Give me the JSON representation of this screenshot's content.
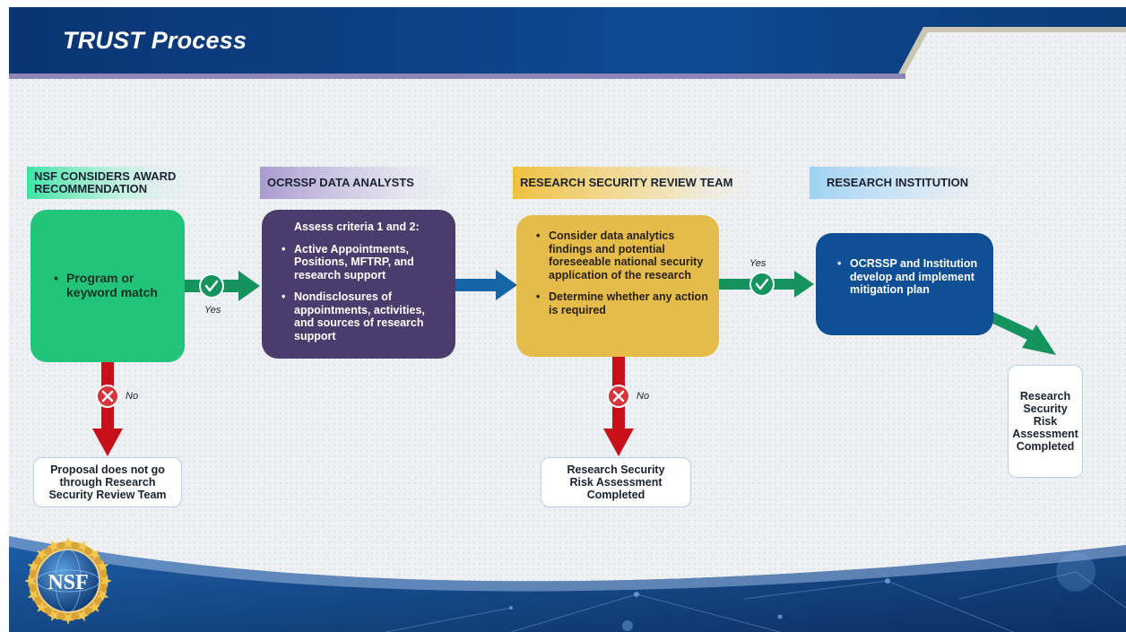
{
  "title": "TRUST Process",
  "headers": {
    "nsf": "NSF CONSIDERS AWARD RECOMMENDATION",
    "ocrssp": "OCRSSP DATA ANALYSTS",
    "review": "RESEARCH SECURITY REVIEW TEAM",
    "institution": "RESEARCH INSTITUTION"
  },
  "nodes": {
    "program": {
      "items": [
        "Program or keyword match"
      ]
    },
    "assess": {
      "heading": "Assess criteria 1 and 2:",
      "items": [
        "Active Appointments, Positions, MFTRP, and research support",
        "Nondisclosures of appointments, activities, and sources of research support"
      ]
    },
    "consider": {
      "items": [
        "Consider data analytics findings and potential foreseeable national security application of the research",
        "Determine whether any action is required"
      ]
    },
    "mitigation": {
      "items": [
        "OCRSSP and Institution develop and implement mitigation plan"
      ]
    }
  },
  "outcomes": {
    "no_review": "Proposal does not go through Research Security Review Team",
    "completed_mid": "Research Security Risk Assessment Completed",
    "completed_final": "Research Security Risk Assessment Completed"
  },
  "edge_labels": {
    "yes": "Yes",
    "no": "No"
  },
  "logo": {
    "text": "NSF"
  },
  "colors": {
    "banner": "#0b3a78",
    "green": "#22c47a",
    "purple": "#4a3d6e",
    "gold": "#e5bc4a",
    "blue": "#0e4f95",
    "arrow_green": "#15935f",
    "arrow_blue": "#1566a7",
    "arrow_red": "#c8101a"
  },
  "icons": [
    "check-icon",
    "x-icon",
    "star-icon"
  ]
}
